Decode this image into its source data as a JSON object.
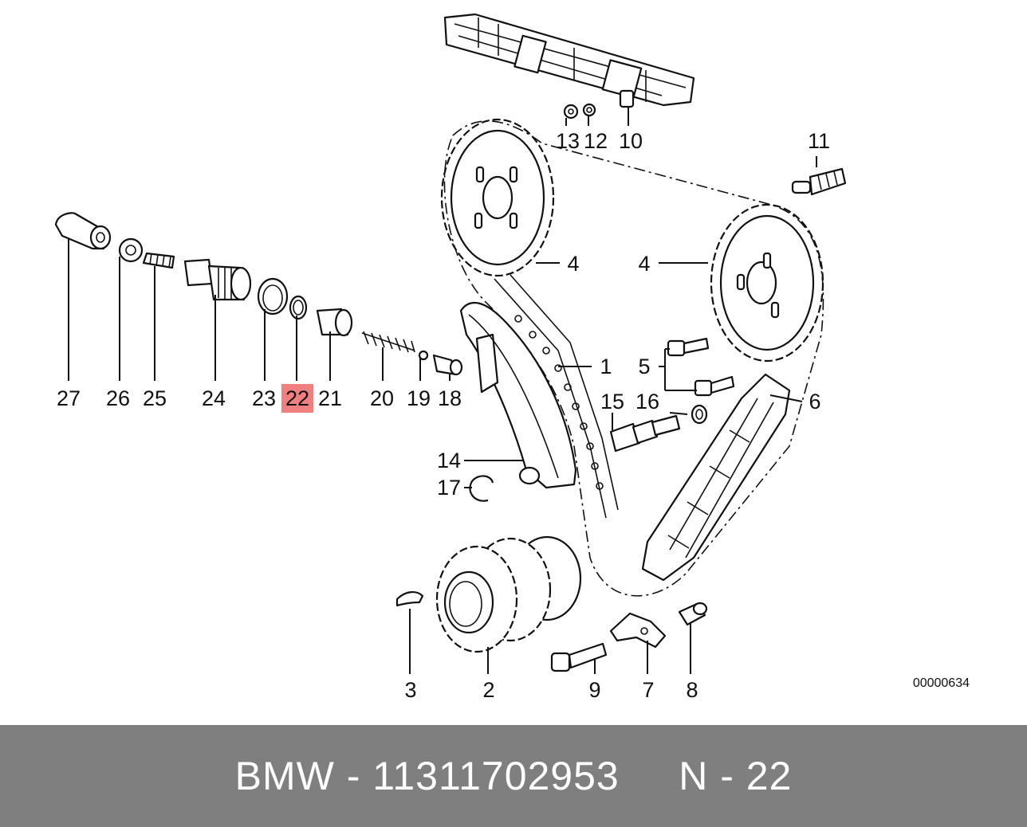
{
  "diagram": {
    "ref_code": "00000634",
    "highlight_color": "#f08080",
    "callouts": {
      "c1": "1",
      "c2": "2",
      "c3": "3",
      "c4a": "4",
      "c4b": "4",
      "c5": "5",
      "c6": "6",
      "c7": "7",
      "c8": "8",
      "c9": "9",
      "c10": "10",
      "c11": "11",
      "c12": "12",
      "c13": "13",
      "c14": "14",
      "c15": "15",
      "c16": "16",
      "c17": "17",
      "c18": "18",
      "c19": "19",
      "c20": "20",
      "c21": "21",
      "c22": "22",
      "c23": "23",
      "c24": "24",
      "c25": "25",
      "c26": "26",
      "c27": "27"
    },
    "highlighted_part": "22"
  },
  "footer": {
    "brand": "BMW",
    "part_number": "11311702953",
    "position": "N - 22",
    "background": "#7f7f7f",
    "text_color": "#ffffff"
  }
}
